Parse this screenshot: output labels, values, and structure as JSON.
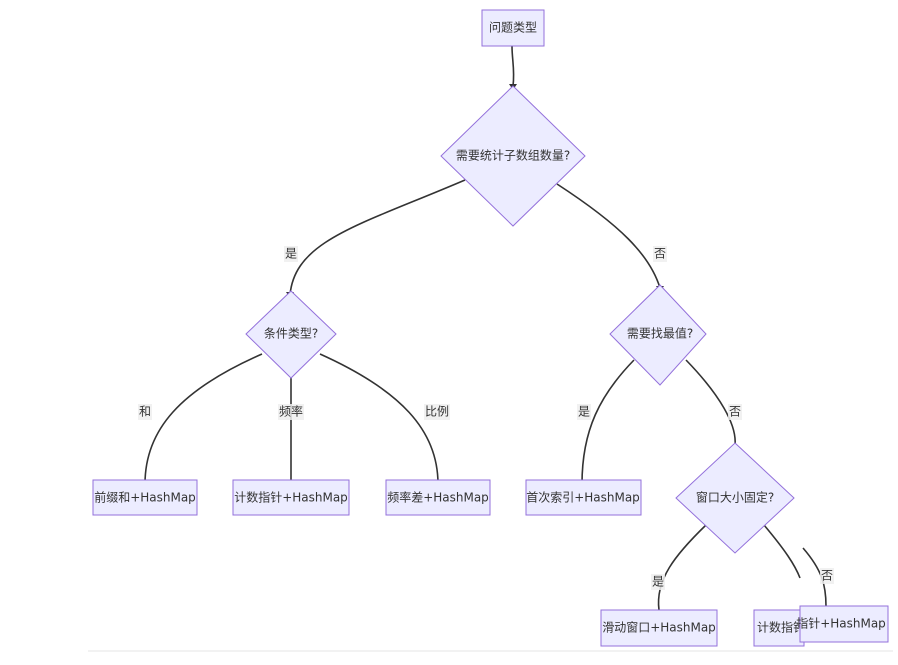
{
  "colors": {
    "node_fill": "#ECECFF",
    "node_stroke": "#9370DB",
    "edge": "#333333",
    "edge_label_bg": "#eeeeee"
  },
  "nodes": {
    "problem_type": "问题类型",
    "need_count_subarrays": "需要统计子数组数量?",
    "condition_type": "条件类型?",
    "need_find_extreme": "需要找最值?",
    "prefix_sum_hashmap": "前缀和+HashMap",
    "count_pointer_hashmap": "计数指针+HashMap",
    "freq_diff_hashmap": "频率差+HashMap",
    "first_index_hashmap": "首次索引+HashMap",
    "window_size_fixed": "窗口大小固定?",
    "sliding_window_hashmap": "滑动窗口+HashMap",
    "count_pointer_partial": "计数指针",
    "pointer_hashmap_partial": "指针+HashMap"
  },
  "edge_labels": {
    "yes_1": "是",
    "no_1": "否",
    "sum": "和",
    "frequency": "频率",
    "ratio": "比例",
    "yes_2": "是",
    "no_2": "否",
    "yes_3": "是",
    "no_3": "否"
  }
}
